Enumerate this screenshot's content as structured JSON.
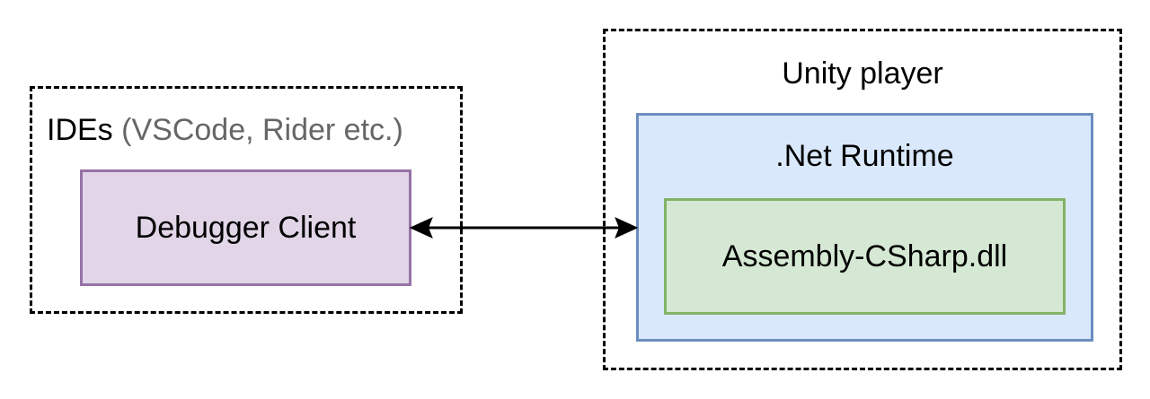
{
  "ide": {
    "title_main": "IDEs",
    "title_sub": "(VSCode, Rider etc.)",
    "debugger_label": "Debugger Client"
  },
  "unity": {
    "title": "Unity player",
    "runtime_label": ".Net Runtime",
    "assembly_label": "Assembly-CSharp.dll"
  },
  "colors": {
    "debugger_fill": "#e1d5e7",
    "debugger_stroke": "#9673a6",
    "runtime_fill": "#dae8fc",
    "runtime_stroke": "#6c8ebf",
    "assembly_fill": "#d5e8d4",
    "assembly_stroke": "#82b366",
    "muted_text": "#666666"
  }
}
